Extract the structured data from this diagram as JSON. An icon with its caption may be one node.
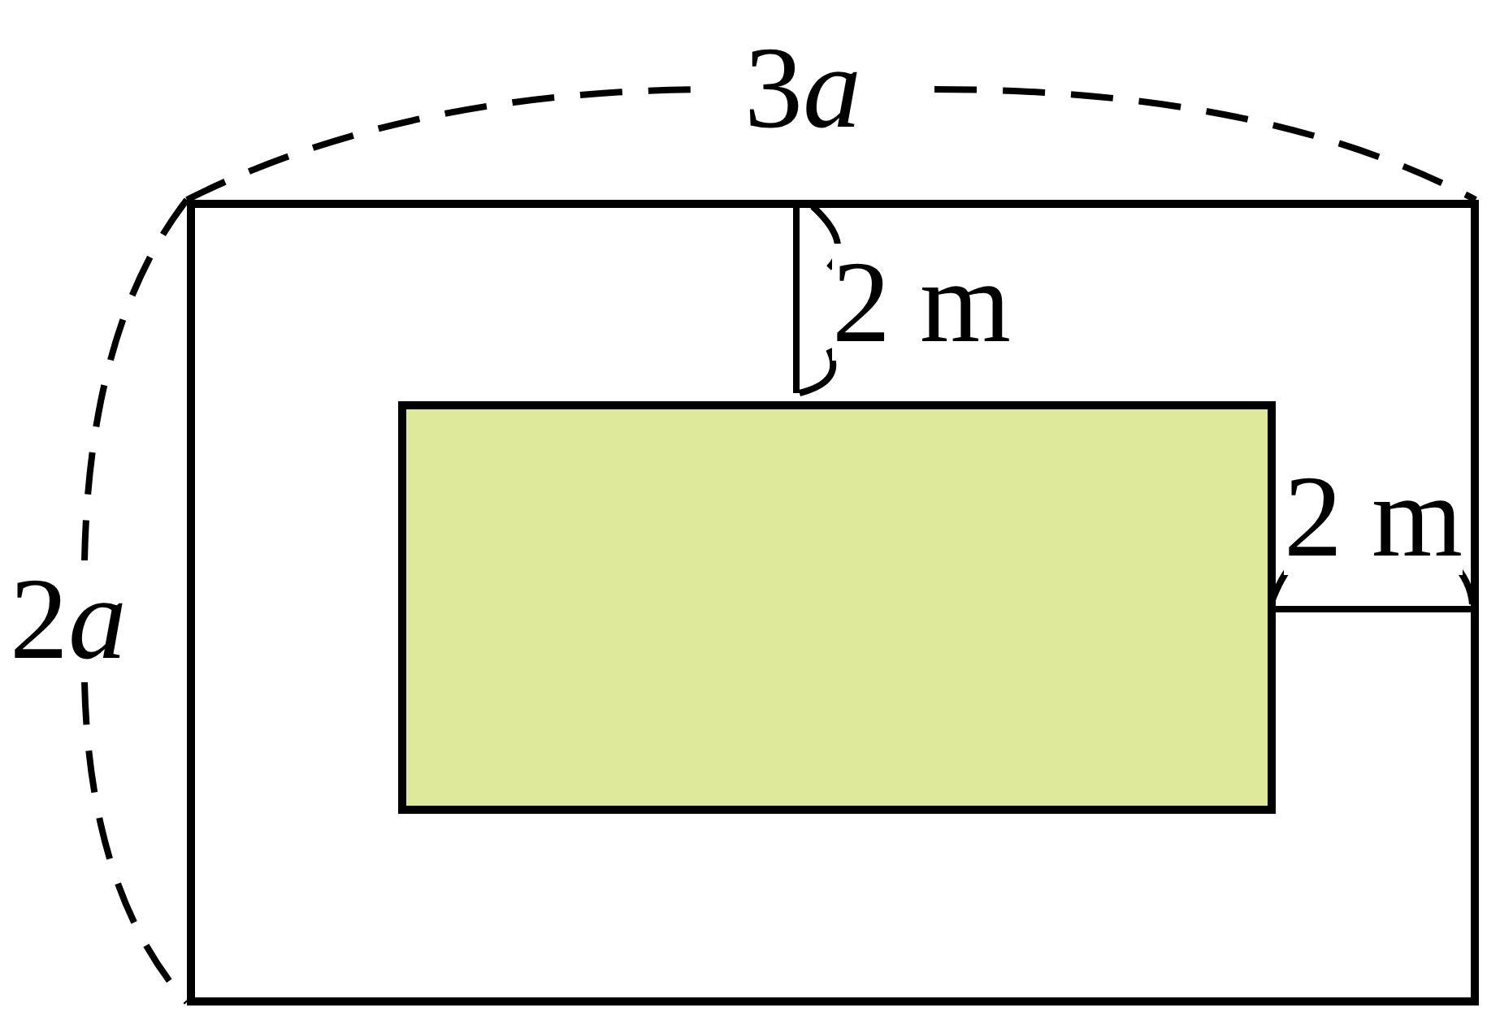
{
  "diagram": {
    "nodes": [
      {
        "text": [],
        "shape": "box"
      },
      {
        "text": [],
        "shape": "box",
        "in": 0
      }
    ],
    "labels": [
      "3a",
      "2 m",
      "2 m",
      "2a"
    ]
  }
}
